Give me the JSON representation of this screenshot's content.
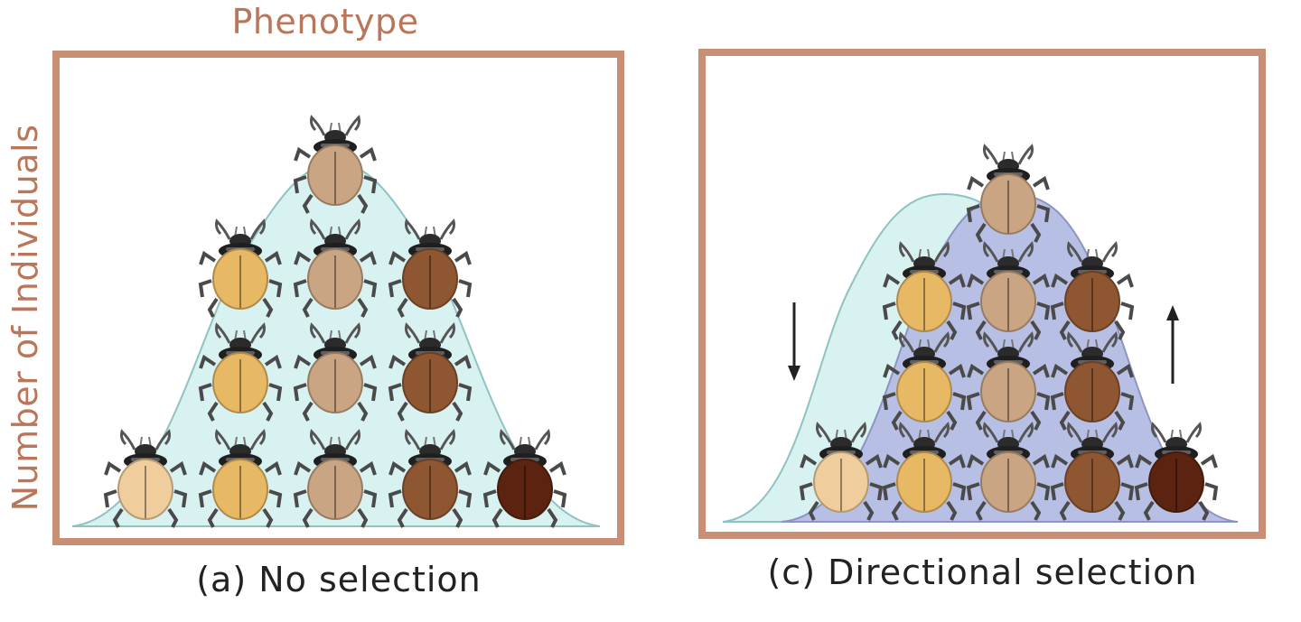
{
  "labels": {
    "x_axis": "Phenotype",
    "y_axis": "Number of Individuals"
  },
  "colors": {
    "frame": "#c88f75",
    "label": "#b9765a",
    "curve_original": "#d8f1f1",
    "curve_original_stroke": "#8fc3c3",
    "curve_selected": "#b8bfe4",
    "curve_selected_stroke": "#8d94c4",
    "beetle_phenotypes": [
      "#f0cd9c",
      "#e8b965",
      "#c9a583",
      "#8f5632",
      "#5c2410"
    ]
  },
  "panels": [
    {
      "caption": "(a) No selection",
      "rows": [
        [
          2
        ],
        [
          1,
          2,
          3
        ],
        [
          1,
          2,
          3
        ],
        [
          0,
          1,
          2,
          3,
          4
        ]
      ],
      "arrows": []
    },
    {
      "caption": "(c) Directional selection",
      "rows": [
        [
          2
        ],
        [
          1,
          2,
          3
        ],
        [
          1,
          2,
          3
        ],
        [
          0,
          1,
          2,
          3,
          4
        ]
      ],
      "arrows": [
        "down",
        "up"
      ]
    }
  ]
}
